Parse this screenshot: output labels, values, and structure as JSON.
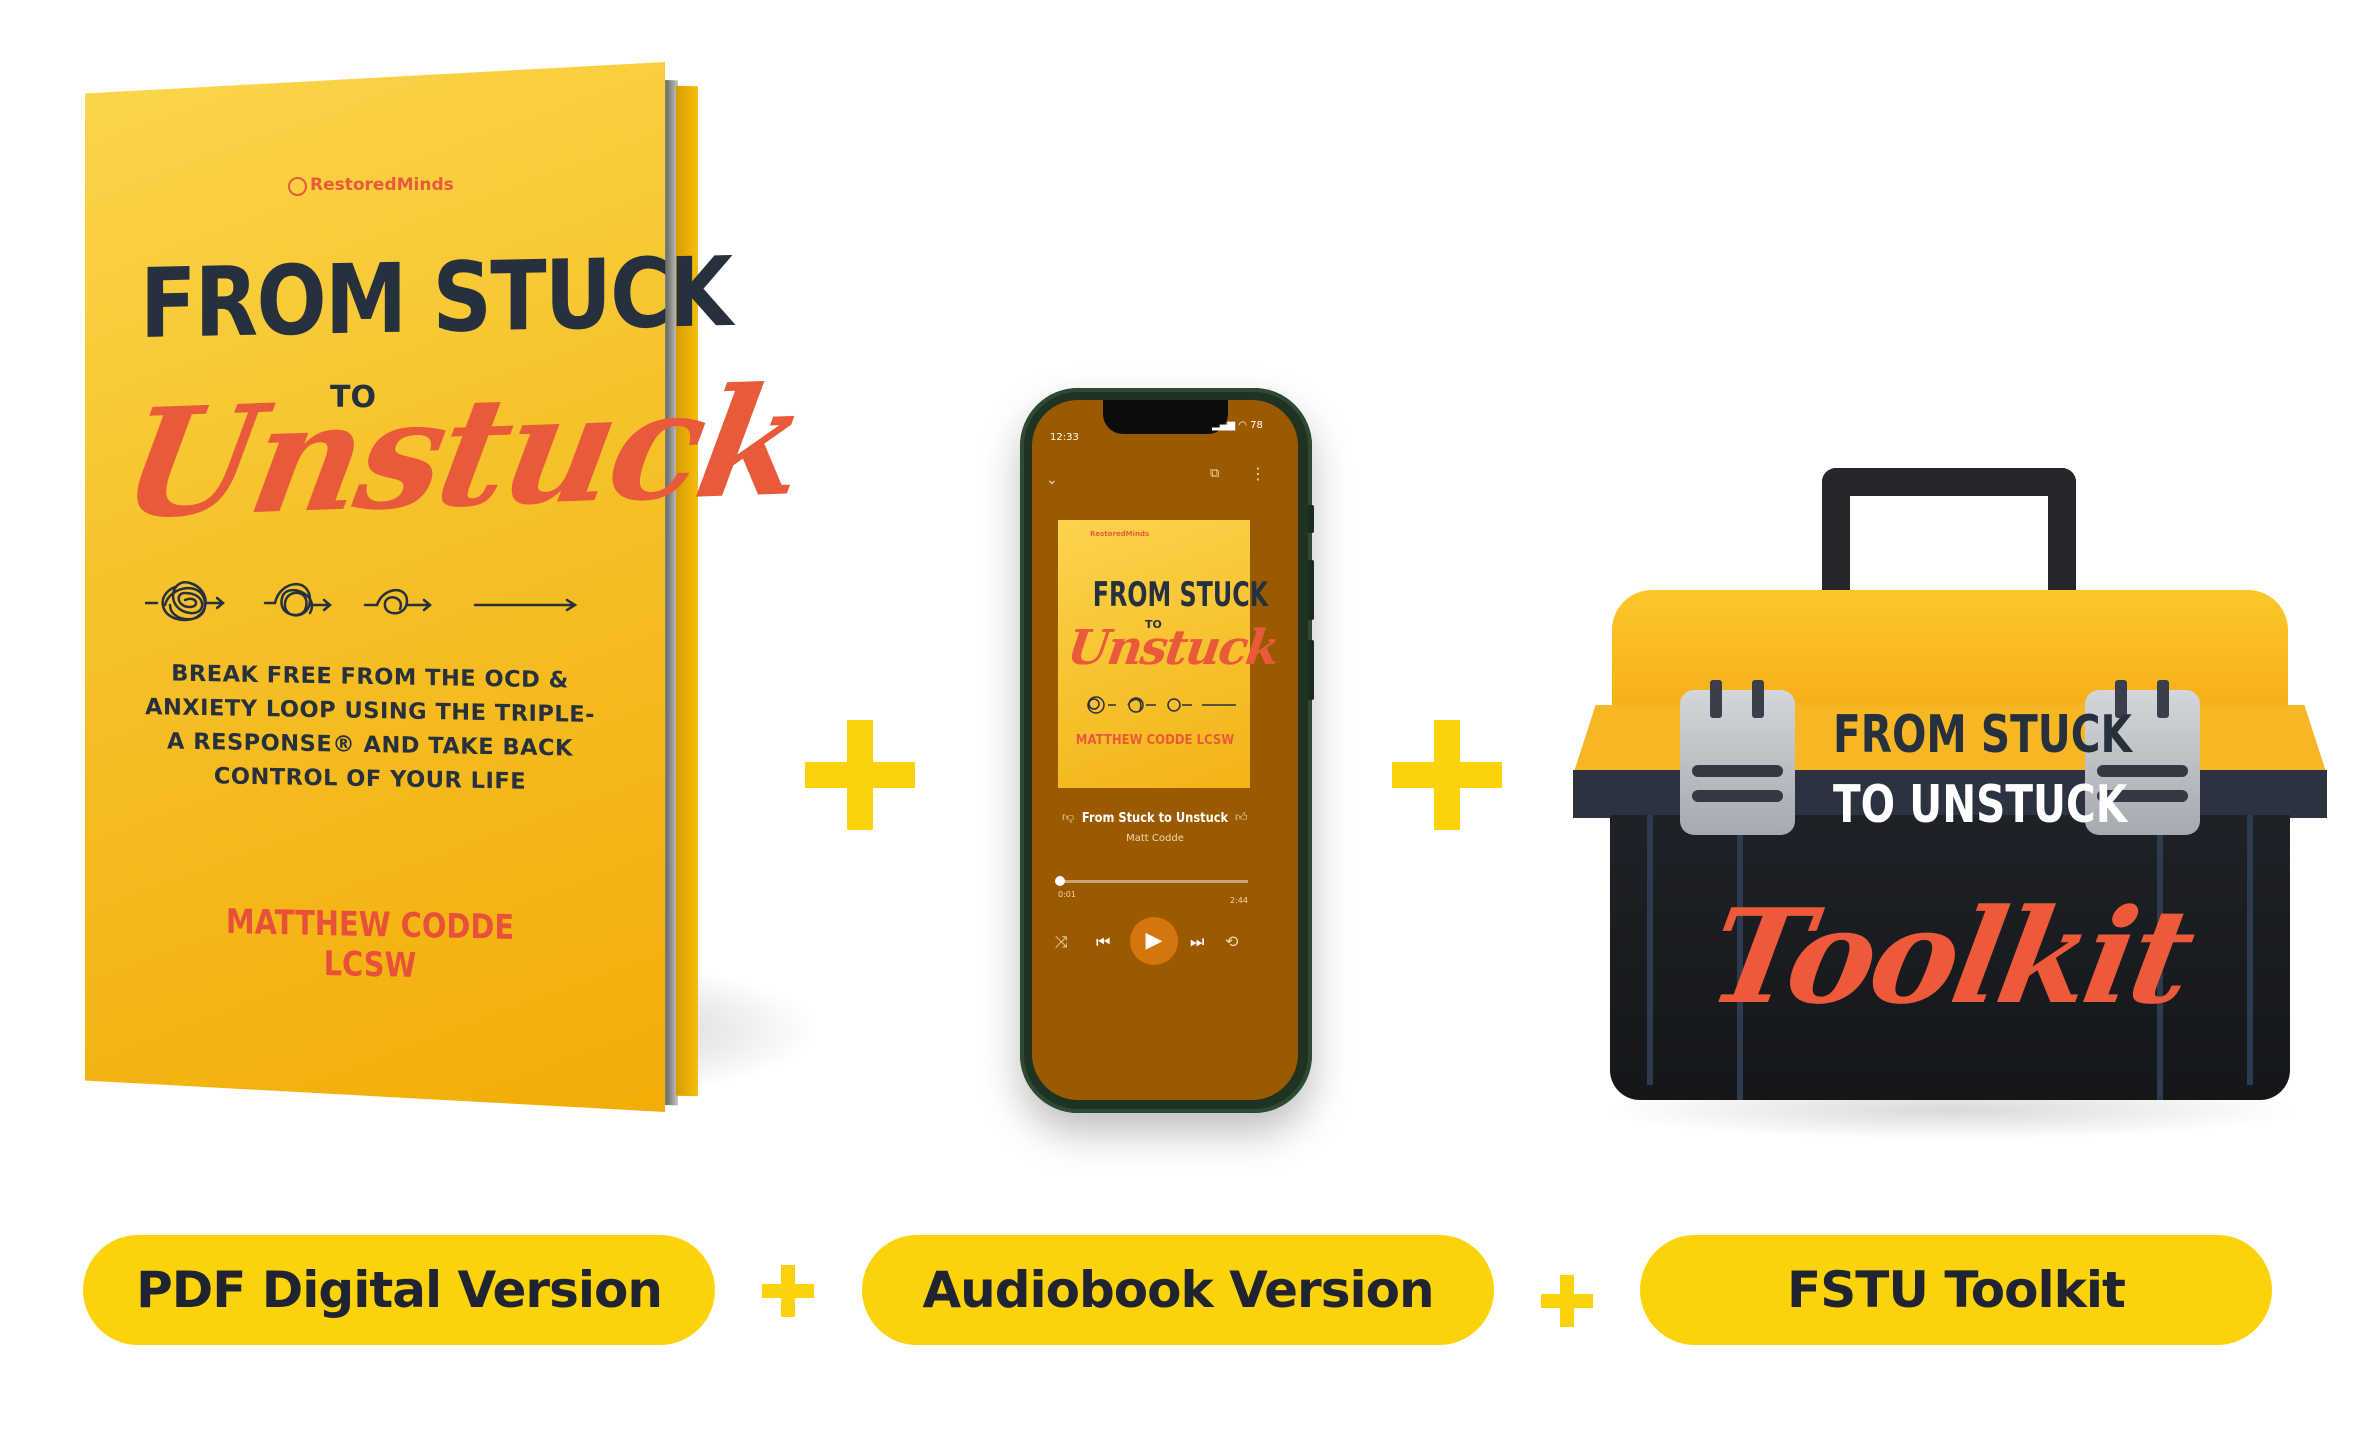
{
  "colors": {
    "accent": "#fcd30a",
    "title_dark": "#27303d",
    "script_red": "#e85a3a"
  },
  "book": {
    "brand": "RestoredMinds",
    "title_line1": "FROM STUCK",
    "title_to": "TO",
    "title_line2": "Unstuck",
    "description": "BREAK FREE FROM THE OCD & ANXIETY LOOP USING THE TRIPLE-A RESPONSE® AND TAKE BACK CONTROL OF YOUR LIFE",
    "author": "MATTHEW CODDE LCSW"
  },
  "phone": {
    "status_time": "12:33",
    "status_battery": "78",
    "cover": {
      "brand": "RestoredMinds",
      "title_line1": "FROM STUCK",
      "title_to": "TO",
      "title_line2": "Unstuck",
      "author": "MATTHEW CODDE LCSW"
    },
    "track_title": "From Stuck to Unstuck",
    "track_artist": "Matt Codde",
    "time_elapsed": "0:01",
    "time_total": "2:44",
    "progress": 0.01
  },
  "toolbox": {
    "title_line1": "FROM STUCK",
    "title_line2": "TO UNSTUCK",
    "title_script": "Toolkit"
  },
  "labels": {
    "pdf": "PDF Digital Version",
    "audio": "Audiobook Version",
    "toolkit": "FSTU Toolkit"
  }
}
